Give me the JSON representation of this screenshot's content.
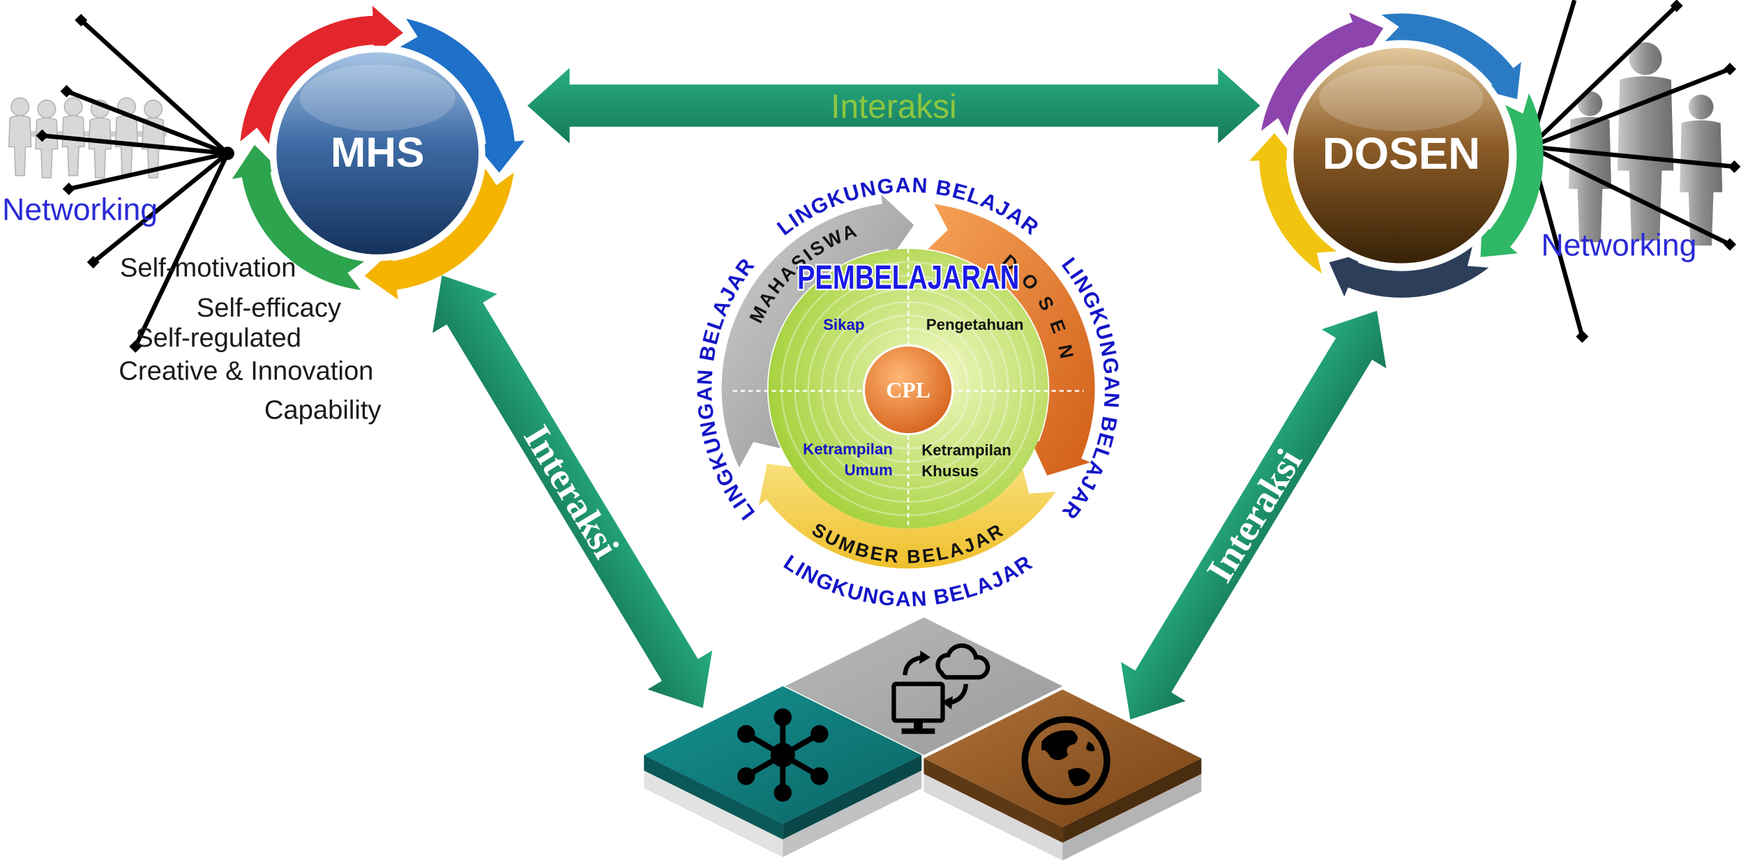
{
  "student": {
    "label": "MHS",
    "networking": "Networking",
    "traits": [
      "Self-motivation",
      "Self-efficacy",
      "Self-regulated",
      "Creative & Innovation",
      "Capability"
    ]
  },
  "lecturer": {
    "label": "DOSEN",
    "networking": "Networking"
  },
  "links": {
    "top": "Interaksi",
    "left": "Interaksi",
    "right": "Interaksi"
  },
  "center": {
    "environment": [
      "LINGKUNGAN BELAJAR",
      "LINGKUNGAN BELAJAR",
      "LINGKUNGAN BELAJAR",
      "LINGKUNGAN BELAJAR"
    ],
    "arcs": {
      "student": "MAHASISWA",
      "lecturer": "DOSEN",
      "resources": "SUMBER BELAJAR"
    },
    "title": "PEMBELAJARAN",
    "quadrants": {
      "attitude": "Sikap",
      "knowledge": "Pengetahuan",
      "general_skills": [
        "Ketrampilan",
        "Umum"
      ],
      "specific_skills": [
        "Ketrampilan",
        "Khusus"
      ]
    },
    "core": "CPL"
  },
  "platform": {
    "icons": [
      "network-icon",
      "cloud-computer-icon",
      "globe-icon"
    ]
  },
  "colors": {
    "student_ring": [
      "#e3262b",
      "#1f70c8",
      "#f4b400",
      "#2da44e"
    ],
    "lecturer_ring": [
      "#8e44ad",
      "#2b7bc4",
      "#2fb866",
      "#2c3e5a",
      "#f1c40f"
    ],
    "link_label": "#8dc63f",
    "environment_text": "#1414c8",
    "networking_text": "#2a2ad6",
    "attitude_text": "#1414c8"
  }
}
